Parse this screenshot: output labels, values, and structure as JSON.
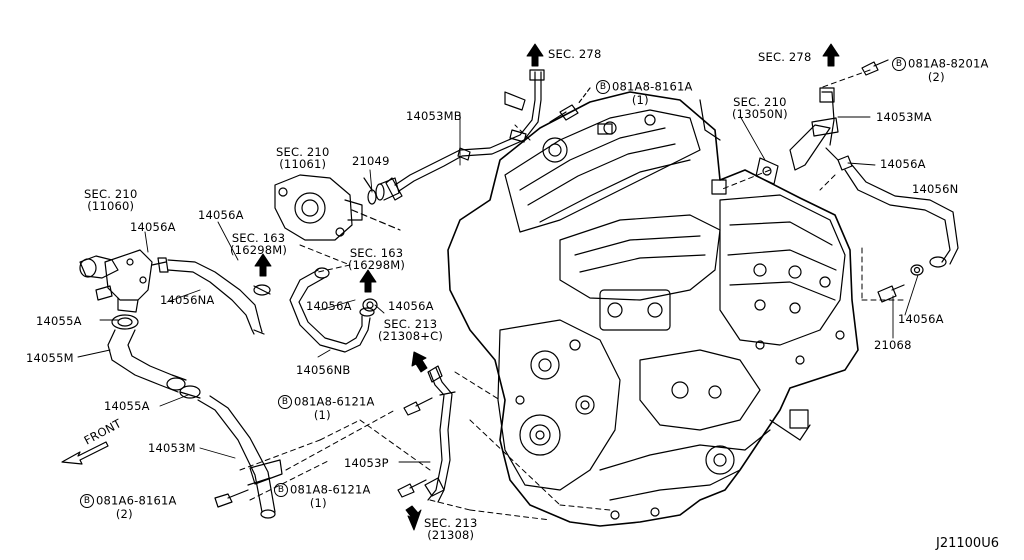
{
  "diagram_code": "J21100U6",
  "front_label": "FRONT",
  "bolt_marker": "B",
  "labels": {
    "sec278_top": "SEC. 278",
    "sec278_right": "SEC. 278",
    "bolt_8161A_top": "081A8-8161A",
    "bolt_8161A_top_qty": "(1)",
    "bolt_8201A": "081A8-8201A",
    "bolt_8201A_qty": "(2)",
    "p14053MB": "14053MB",
    "p14053MA": "14053MA",
    "sec210_13050N": "SEC. 210",
    "sec210_13050N_sub": "(13050N)",
    "sec210_11061": "SEC. 210",
    "sec210_11061_sub": "(11061)",
    "p21049": "21049",
    "p14056A_right": "14056A",
    "p14056N": "14056N",
    "sec210_11060": "SEC. 210",
    "sec210_11060_sub": "(11060)",
    "p14056A_left": "14056A",
    "p14056A_mid": "14056A",
    "sec163_a": "SEC. 163",
    "sec163_a_sub": "(16298M)",
    "sec163_b": "SEC. 163",
    "sec163_b_sub": "(16298M)",
    "p14056NA": "14056NA",
    "p14055A_top": "14055A",
    "p14056A_c1": "14056A",
    "p14056A_c2": "14056A",
    "p14056A_br": "14056A",
    "p21068": "21068",
    "p14055M": "14055M",
    "sec213_top": "SEC. 213",
    "sec213_top_sub": "(21308+C)",
    "p14056NB": "14056NB",
    "bolt_6121A_a": "081A8-6121A",
    "bolt_6121A_a_qty": "(1)",
    "p14055A_bot": "14055A",
    "p14053M": "14053M",
    "p14053P": "14053P",
    "bolt_6121A_b": "081A8-6121A",
    "bolt_6121A_b_qty": "(1)",
    "bolt_8161A_bot": "081A6-8161A",
    "bolt_8161A_bot_qty": "(2)",
    "sec213_bot": "SEC. 213",
    "sec213_bot_sub": "(21308)"
  }
}
